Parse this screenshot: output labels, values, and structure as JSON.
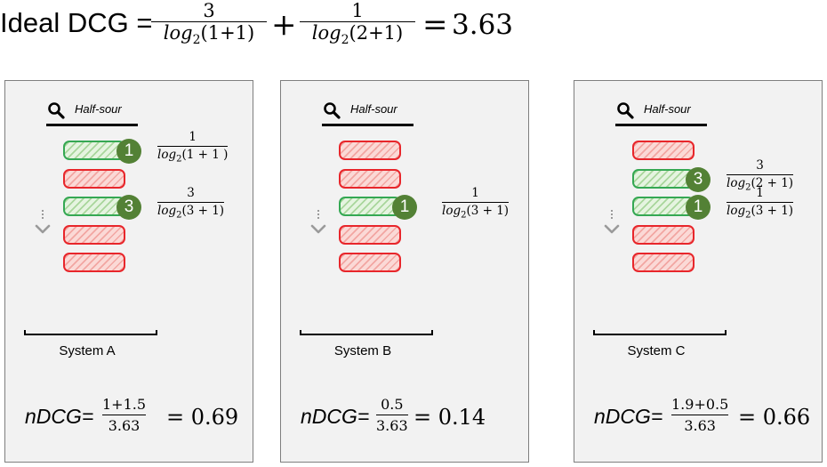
{
  "title": {
    "label": "Ideal DCG =",
    "term1_num": "3",
    "term1_den_log": "log",
    "term1_den_sub": "2",
    "term1_den_arg": "(1+1)",
    "plus": "+",
    "term2_num": "1",
    "term2_den_log": "log",
    "term2_den_sub": "2",
    "term2_den_arg": "(2+1)",
    "equals": "=",
    "result": "3.63"
  },
  "query_text": "Half-sour",
  "panels": [
    {
      "label": "System A",
      "docs": [
        "green",
        "red",
        "green",
        "red",
        "red"
      ],
      "badges": [
        {
          "rank": 1,
          "value": "1"
        },
        {
          "rank": 3,
          "value": "3"
        }
      ],
      "gains": [
        {
          "num": "1",
          "log": "log",
          "sub": "2",
          "arg": "(1 + 1 )"
        },
        {
          "num": "3",
          "log": "log",
          "sub": "2",
          "arg": "(3 + 1)"
        }
      ],
      "ndcg_label": "nDCG=",
      "ndcg_num": "1+1.5",
      "ndcg_den": "3.63",
      "ndcg_val": "= 0.69"
    },
    {
      "label": "System B",
      "docs": [
        "red",
        "red",
        "green",
        "red",
        "red"
      ],
      "badges": [
        {
          "rank": 3,
          "value": "1"
        }
      ],
      "gains": [
        {
          "num": "1",
          "log": "log",
          "sub": "2",
          "arg": "(3 + 1)"
        }
      ],
      "ndcg_label": "nDCG=",
      "ndcg_num": "0.5",
      "ndcg_den": "3.63",
      "ndcg_val": "= 0.14"
    },
    {
      "label": "System C",
      "docs": [
        "red",
        "green",
        "green",
        "red",
        "red"
      ],
      "badges": [
        {
          "rank": 2,
          "value": "3"
        },
        {
          "rank": 3,
          "value": "1"
        }
      ],
      "gains": [
        {
          "num": "3",
          "log": "log",
          "sub": "2",
          "arg": "(2 + 1)"
        },
        {
          "num": "1",
          "log": "log",
          "sub": "2",
          "arg": "(3 + 1)"
        }
      ],
      "ndcg_label": "nDCG=",
      "ndcg_num": "1.9+0.5",
      "ndcg_den": "3.63",
      "ndcg_val": "= 0.66"
    }
  ],
  "colors": {
    "relevant_border": "#35a853",
    "nonrelevant_border": "#e8262b",
    "badge": "#538135",
    "panel_bg": "#f2f2f2"
  },
  "icons": [
    "search-icon",
    "scroll-down-icon"
  ]
}
